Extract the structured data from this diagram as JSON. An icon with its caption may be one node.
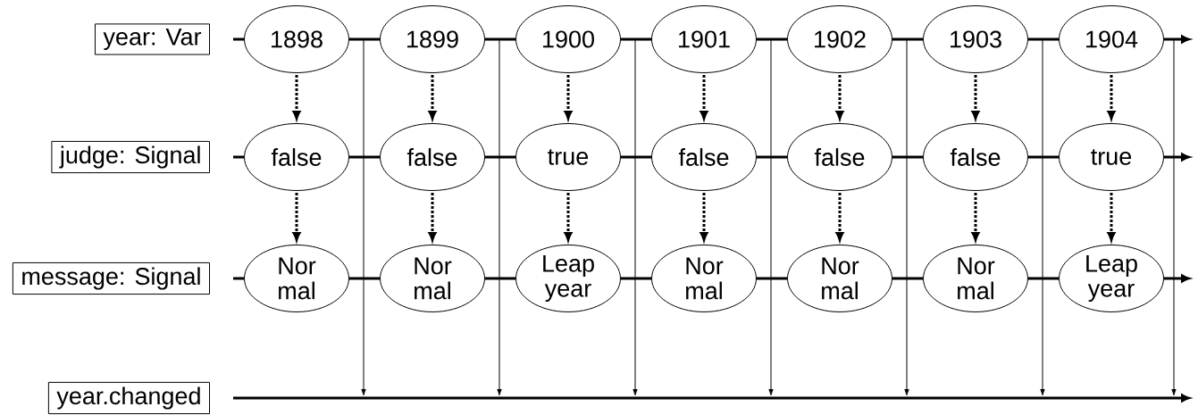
{
  "diagram": {
    "nodes": [
      {
        "text": [
          "year: Var"
        ]
      },
      {
        "text": [
          "1898"
        ]
      },
      {
        "text": [
          "1899"
        ]
      },
      {
        "text": [
          "1900"
        ]
      },
      {
        "text": [
          "1901"
        ]
      },
      {
        "text": [
          "1902"
        ]
      },
      {
        "text": [
          "1903"
        ]
      },
      {
        "text": [
          "1904"
        ]
      },
      {
        "text": [
          "judge: Signal"
        ]
      },
      {
        "text": [
          "false"
        ]
      },
      {
        "text": [
          "false"
        ]
      },
      {
        "text": [
          "true"
        ]
      },
      {
        "text": [
          "false"
        ]
      },
      {
        "text": [
          "false"
        ]
      },
      {
        "text": [
          "false"
        ]
      },
      {
        "text": [
          "true"
        ]
      },
      {
        "text": [
          "message: Signal"
        ]
      },
      {
        "text": [
          "Nor mal"
        ]
      },
      {
        "text": [
          "Nor mal"
        ]
      },
      {
        "text": [
          "Leap year"
        ]
      },
      {
        "text": [
          "Nor mal"
        ]
      },
      {
        "text": [
          "Nor mal"
        ]
      },
      {
        "text": [
          "Nor mal"
        ]
      },
      {
        "text": [
          "Leap year"
        ]
      },
      {
        "text": [
          "year.changed"
        ]
      }
    ],
    "edges": [
      {
        "from": null,
        "to": 1,
        "arrow": "none"
      },
      {
        "from": 1,
        "to": 2,
        "arrow": "none"
      },
      {
        "from": 2,
        "to": 3,
        "arrow": "none"
      },
      {
        "from": 3,
        "to": 4,
        "arrow": "none"
      },
      {
        "from": 4,
        "to": 5,
        "arrow": "none"
      },
      {
        "from": 5,
        "to": 6,
        "arrow": "none"
      },
      {
        "from": 6,
        "to": 7,
        "arrow": "none"
      },
      {
        "from": 7,
        "to": null,
        "arrow": "to"
      },
      {
        "from": null,
        "to": 9,
        "arrow": "none"
      },
      {
        "from": 9,
        "to": 10,
        "arrow": "none"
      },
      {
        "from": 10,
        "to": 11,
        "arrow": "none"
      },
      {
        "from": 11,
        "to": 12,
        "arrow": "none"
      },
      {
        "from": 12,
        "to": 13,
        "arrow": "none"
      },
      {
        "from": 13,
        "to": 14,
        "arrow": "none"
      },
      {
        "from": 14,
        "to": 15,
        "arrow": "none"
      },
      {
        "from": 15,
        "to": null,
        "arrow": "to"
      },
      {
        "from": null,
        "to": 17,
        "arrow": "none"
      },
      {
        "from": 17,
        "to": 18,
        "arrow": "none"
      },
      {
        "from": 18,
        "to": 19,
        "arrow": "none"
      },
      {
        "from": 19,
        "to": 20,
        "arrow": "none"
      },
      {
        "from": 20,
        "to": 21,
        "arrow": "none"
      },
      {
        "from": 21,
        "to": 22,
        "arrow": "none"
      },
      {
        "from": 22,
        "to": 23,
        "arrow": "none"
      },
      {
        "from": 23,
        "to": null,
        "arrow": "to"
      },
      {
        "from": 1,
        "to": 9,
        "arrow": "to",
        "style": "dashed"
      },
      {
        "from": 2,
        "to": 10,
        "arrow": "to",
        "style": "dashed"
      },
      {
        "from": 3,
        "to": 11,
        "arrow": "to",
        "style": "dashed"
      },
      {
        "from": 4,
        "to": 12,
        "arrow": "to",
        "style": "dashed"
      },
      {
        "from": 5,
        "to": 13,
        "arrow": "to",
        "style": "dashed"
      },
      {
        "from": 6,
        "to": 14,
        "arrow": "to",
        "style": "dashed"
      },
      {
        "from": 7,
        "to": 15,
        "arrow": "to",
        "style": "dashed"
      },
      {
        "from": 9,
        "to": 17,
        "arrow": "to",
        "style": "dashed"
      },
      {
        "from": 10,
        "to": 18,
        "arrow": "to",
        "style": "dashed"
      },
      {
        "from": 11,
        "to": 19,
        "arrow": "to",
        "style": "dashed"
      },
      {
        "from": 12,
        "to": 20,
        "arrow": "to",
        "style": "dashed"
      },
      {
        "from": 13,
        "to": 21,
        "arrow": "to",
        "style": "dashed"
      },
      {
        "from": 14,
        "to": 22,
        "arrow": "to",
        "style": "dashed"
      },
      {
        "from": 15,
        "to": 23,
        "arrow": "to",
        "style": "dashed"
      }
    ]
  }
}
